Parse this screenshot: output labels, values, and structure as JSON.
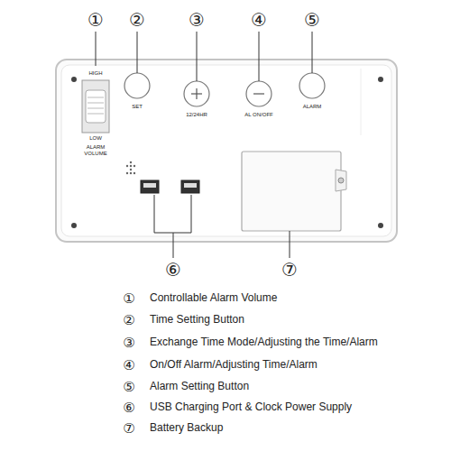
{
  "diagram": {
    "labels": [
      "①",
      "②",
      "③",
      "④",
      "⑤",
      "HIGH",
      "LOW",
      "ALARM VOLUME",
      "SET",
      "12/24HR",
      "AL ON/OFF",
      "ALARM",
      "⑥",
      "⑦",
      "①",
      "Controllable Alarm Volume",
      "②",
      "Time Setting Button",
      "③",
      "Exchange Time Mode/Adjusting the Time/Alarm",
      "④",
      "On/Off Alarm/Adjusting Time/Alarm",
      "⑤",
      "Alarm Setting Button",
      "⑥",
      "USB Charging Port & Clock Power Supply",
      "⑦",
      "Battery Backup"
    ]
  }
}
